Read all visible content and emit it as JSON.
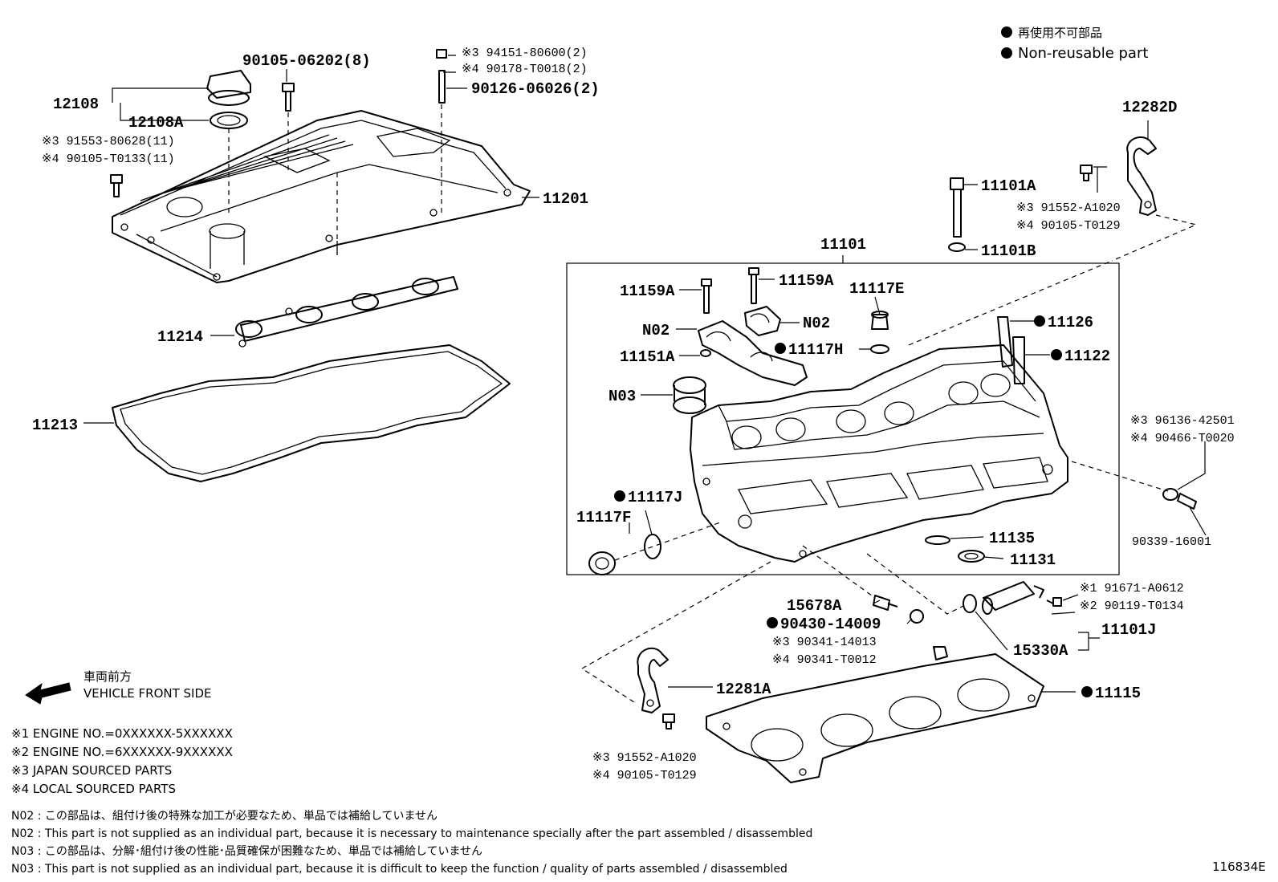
{
  "legend": {
    "non_reusable_jp": "再使用不可部品",
    "non_reusable_en": "Non-reusable part"
  },
  "front": {
    "jp": "車両前方",
    "en": "VEHICLE FRONT SIDE"
  },
  "notes": [
    "※1 ENGINE NO.=0XXXXXX-5XXXXXX",
    "※2 ENGINE NO.=6XXXXXX-9XXXXXX",
    "※3 JAPAN SOURCED PARTS",
    "※4 LOCAL SOURCED PARTS"
  ],
  "footnotes": [
    "N02 : この部品は、組付け後の特殊な加工が必要なため、単品では補給していません",
    "N02 : This part is not supplied as an individual part, because it is necessary to maintenance specially after the part assembled / disassembled",
    "N03 : この部品は、分解･組付け後の性能･品質確保が困難なため、単品では補給していません",
    "N03 : This part is not supplied as an individual part, because it is difficult to keep the function / quality of parts  assembled / disassembled"
  ],
  "diagram_id": "116834E",
  "labels": {
    "p90105_06202": "90105-06202(8)",
    "p94151": "※3  94151-80600(2)",
    "p90178": "※4  90178-T0018(2)",
    "p90126": "90126-06026(2)",
    "p12108": "12108",
    "p12108A": "12108A",
    "p91553": "※3  91553-80628(11)",
    "p90105_T0133": "※4  90105-T0133(11)",
    "p11201": "11201",
    "p11214": "11214",
    "p11213": "11213",
    "p12282D": "12282D",
    "p11101A": "11101A",
    "p91552_top": "※3  91552-A1020",
    "p90105_T0129_top": "※4  90105-T0129",
    "p11101B": "11101B",
    "p11101": "11101",
    "p11159A_l": "11159A",
    "p11159A_r": "11159A",
    "p11117E": "11117E",
    "pN02_l": "N02",
    "pN02_r": "N02",
    "p11151A": "11151A",
    "p11117H": "11117H",
    "p11126": "11126",
    "p11122": "11122",
    "pN03": "N03",
    "p96136": "※3 96136-42501",
    "p90466": "※4 90466-T0020",
    "p11117J": "11117J",
    "p11117F": "11117F",
    "p11135": "11135",
    "p11131": "11131",
    "p90339": "90339-16001",
    "p15678A": "15678A",
    "p90430": "90430-14009",
    "p90341_14013": "※3  90341-14013",
    "p90341_T0012": "※4  90341-T0012",
    "p91671": "※1  91671-A0612",
    "p90119": "※2  90119-T0134",
    "p11101J": "11101J",
    "p15330A": "15330A",
    "p12281A": "12281A",
    "p11115": "11115",
    "p91552_bot": "※3  91552-A1020",
    "p90105_T0129_bot": "※4  90105-T0129"
  }
}
